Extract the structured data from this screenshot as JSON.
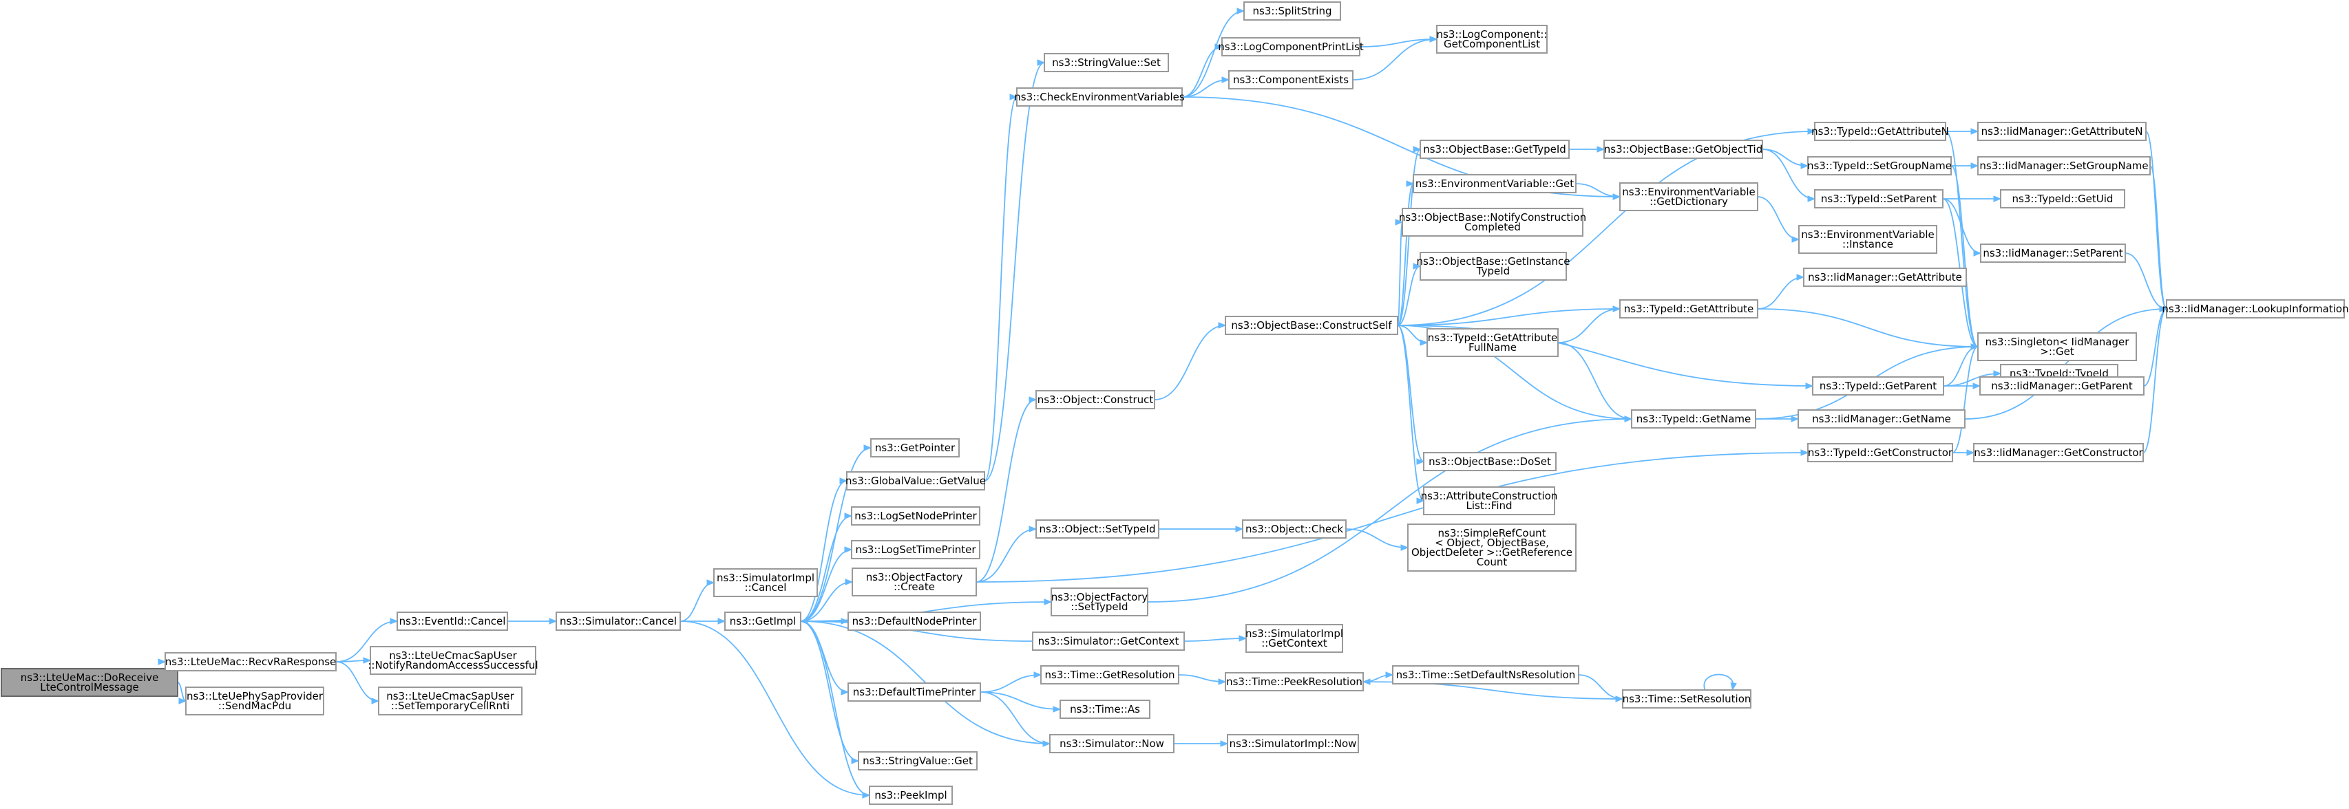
{
  "graph": {
    "nodes": [
      {
        "id": "root",
        "lines": [
          "ns3::LteUeMac::DoReceive",
          "LteControlMessage"
        ],
        "root": true
      },
      {
        "id": "recvRa",
        "lines": [
          "ns3::LteUeMac::RecvRaResponse"
        ]
      },
      {
        "id": "sendMacPdu",
        "lines": [
          "ns3::LteUePhySapProvider",
          "::SendMacPdu"
        ]
      },
      {
        "id": "eventCancel",
        "lines": [
          "ns3::EventId::Cancel"
        ]
      },
      {
        "id": "notifyRa",
        "lines": [
          "ns3::LteUeCmacSapUser",
          "::NotifyRandomAccessSuccessful"
        ]
      },
      {
        "id": "setTempRnti",
        "lines": [
          "ns3::LteUeCmacSapUser",
          "::SetTemporaryCellRnti"
        ]
      },
      {
        "id": "simImplCancel",
        "lines": [
          "ns3::SimulatorImpl",
          "::Cancel"
        ]
      },
      {
        "id": "simCancel",
        "lines": [
          "ns3::Simulator::Cancel"
        ]
      },
      {
        "id": "getImpl",
        "lines": [
          "ns3::GetImpl"
        ]
      },
      {
        "id": "getPointer",
        "lines": [
          "ns3::GetPointer"
        ]
      },
      {
        "id": "gvGetValue",
        "lines": [
          "ns3::GlobalValue::GetValue"
        ]
      },
      {
        "id": "logNode",
        "lines": [
          "ns3::LogSetNodePrinter"
        ]
      },
      {
        "id": "logTime",
        "lines": [
          "ns3::LogSetTimePrinter"
        ]
      },
      {
        "id": "objFactCreate",
        "lines": [
          "ns3::ObjectFactory",
          "::Create"
        ]
      },
      {
        "id": "defNodePrinter",
        "lines": [
          "ns3::DefaultNodePrinter"
        ]
      },
      {
        "id": "defTimePrinter",
        "lines": [
          "ns3::DefaultTimePrinter"
        ]
      },
      {
        "id": "stringGet",
        "lines": [
          "ns3::StringValue::Get"
        ]
      },
      {
        "id": "peekImpl",
        "lines": [
          "ns3::PeekImpl"
        ]
      },
      {
        "id": "stringSet",
        "lines": [
          "ns3::StringValue::Set"
        ]
      },
      {
        "id": "checkEnv",
        "lines": [
          "ns3::CheckEnvironmentVariables"
        ]
      },
      {
        "id": "objConstruct",
        "lines": [
          "ns3::Object::Construct"
        ]
      },
      {
        "id": "objSetTypeId",
        "lines": [
          "ns3::Object::SetTypeId"
        ]
      },
      {
        "id": "ofSetTypeId",
        "lines": [
          "ns3::ObjectFactory",
          "::SetTypeId"
        ]
      },
      {
        "id": "simGetContext",
        "lines": [
          "ns3::Simulator::GetContext"
        ]
      },
      {
        "id": "timeGetRes",
        "lines": [
          "ns3::Time::GetResolution"
        ]
      },
      {
        "id": "timeAs",
        "lines": [
          "ns3::Time::As"
        ]
      },
      {
        "id": "simNow",
        "lines": [
          "ns3::Simulator::Now"
        ]
      },
      {
        "id": "splitString",
        "lines": [
          "ns3::SplitString"
        ]
      },
      {
        "id": "logCompPrint",
        "lines": [
          "ns3::LogComponentPrintList"
        ]
      },
      {
        "id": "compExists",
        "lines": [
          "ns3::ComponentExists"
        ]
      },
      {
        "id": "objConstructSelf",
        "lines": [
          "ns3::ObjectBase::ConstructSelf"
        ]
      },
      {
        "id": "objCheck",
        "lines": [
          "ns3::Object::Check"
        ]
      },
      {
        "id": "simImplGetContext",
        "lines": [
          "ns3::SimulatorImpl",
          "::GetContext"
        ]
      },
      {
        "id": "timePeekRes",
        "lines": [
          "ns3::Time::PeekResolution"
        ]
      },
      {
        "id": "simImplNow",
        "lines": [
          "ns3::SimulatorImpl::Now"
        ]
      },
      {
        "id": "logCompGetList",
        "lines": [
          "ns3::LogComponent::",
          "GetComponentList"
        ]
      },
      {
        "id": "obGetTypeId",
        "lines": [
          "ns3::ObjectBase::GetTypeId"
        ]
      },
      {
        "id": "envGet",
        "lines": [
          "ns3::EnvironmentVariable::Get"
        ]
      },
      {
        "id": "obNotify",
        "lines": [
          "ns3::ObjectBase::NotifyConstruction",
          "Completed"
        ]
      },
      {
        "id": "obGetInstance",
        "lines": [
          "ns3::ObjectBase::GetInstance",
          "TypeId"
        ]
      },
      {
        "id": "tidGetAttrFull",
        "lines": [
          "ns3::TypeId::GetAttribute",
          "FullName"
        ]
      },
      {
        "id": "obDoSet",
        "lines": [
          "ns3::ObjectBase::DoSet"
        ]
      },
      {
        "id": "attrFind",
        "lines": [
          "ns3::AttributeConstruction",
          "List::Find"
        ]
      },
      {
        "id": "refCount",
        "lines": [
          "ns3::SimpleRefCount",
          "< Object, ObjectBase,",
          "ObjectDeleter >::GetReference",
          "Count"
        ]
      },
      {
        "id": "timeSetDefault",
        "lines": [
          "ns3::Time::SetDefaultNsResolution"
        ]
      },
      {
        "id": "obGetObjectTid",
        "lines": [
          "ns3::ObjectBase::GetObjectTid"
        ]
      },
      {
        "id": "envGetDict",
        "lines": [
          "ns3::EnvironmentVariable",
          "::GetDictionary"
        ]
      },
      {
        "id": "envInstance",
        "lines": [
          "ns3::EnvironmentVariable",
          "::Instance"
        ]
      },
      {
        "id": "tidGetAttr",
        "lines": [
          "ns3::TypeId::GetAttribute"
        ]
      },
      {
        "id": "tidGetName",
        "lines": [
          "ns3::TypeId::GetName"
        ]
      },
      {
        "id": "timeSetRes",
        "lines": [
          "ns3::Time::SetResolution"
        ]
      },
      {
        "id": "tidGetAttrN",
        "lines": [
          "ns3::TypeId::GetAttributeN"
        ]
      },
      {
        "id": "tidSetGroup",
        "lines": [
          "ns3::TypeId::SetGroupName"
        ]
      },
      {
        "id": "tidSetParent",
        "lines": [
          "ns3::TypeId::SetParent"
        ]
      },
      {
        "id": "tidGetParent",
        "lines": [
          "ns3::TypeId::GetParent"
        ]
      },
      {
        "id": "tidGetConstructor",
        "lines": [
          "ns3::TypeId::GetConstructor"
        ]
      },
      {
        "id": "iidGetAttr",
        "lines": [
          "ns3::IidManager::GetAttribute"
        ]
      },
      {
        "id": "iidGetName",
        "lines": [
          "ns3::IidManager::GetName"
        ]
      },
      {
        "id": "iidGetAttrN",
        "lines": [
          "ns3::IidManager::GetAttributeN"
        ]
      },
      {
        "id": "iidSetGroup",
        "lines": [
          "ns3::IidManager::SetGroupName"
        ]
      },
      {
        "id": "tidGetUid",
        "lines": [
          "ns3::TypeId::GetUid"
        ]
      },
      {
        "id": "iidSetParent",
        "lines": [
          "ns3::IidManager::SetParent"
        ]
      },
      {
        "id": "singleton",
        "lines": [
          "ns3::Singleton< IidManager",
          " >::Get"
        ]
      },
      {
        "id": "tidTypeId",
        "lines": [
          "ns3::TypeId::TypeId"
        ]
      },
      {
        "id": "iidGetParent",
        "lines": [
          "ns3::IidManager::GetParent"
        ]
      },
      {
        "id": "iidGetConstructor",
        "lines": [
          "ns3::IidManager::GetConstructor"
        ]
      },
      {
        "id": "iidLookup",
        "lines": [
          "ns3::IidManager::LookupInformation"
        ]
      }
    ],
    "edges": [
      [
        "root",
        "recvRa"
      ],
      [
        "root",
        "sendMacPdu"
      ],
      [
        "recvRa",
        "eventCancel"
      ],
      [
        "recvRa",
        "notifyRa"
      ],
      [
        "recvRa",
        "setTempRnti"
      ],
      [
        "eventCancel",
        "simCancel"
      ],
      [
        "simCancel",
        "simImplCancel"
      ],
      [
        "simCancel",
        "getImpl"
      ],
      [
        "simCancel",
        "peekImpl"
      ],
      [
        "getImpl",
        "getPointer"
      ],
      [
        "getImpl",
        "gvGetValue"
      ],
      [
        "getImpl",
        "logNode"
      ],
      [
        "getImpl",
        "logTime"
      ],
      [
        "getImpl",
        "objFactCreate"
      ],
      [
        "getImpl",
        "defNodePrinter"
      ],
      [
        "getImpl",
        "defTimePrinter"
      ],
      [
        "getImpl",
        "stringGet"
      ],
      [
        "getImpl",
        "peekImpl"
      ],
      [
        "getImpl",
        "ofSetTypeId"
      ],
      [
        "gvGetValue",
        "stringSet"
      ],
      [
        "gvGetValue",
        "checkEnv"
      ],
      [
        "objFactCreate",
        "objConstruct"
      ],
      [
        "objFactCreate",
        "objSetTypeId"
      ],
      [
        "objFactCreate",
        "tidGetConstructor"
      ],
      [
        "defTimePrinter",
        "timeGetRes"
      ],
      [
        "defTimePrinter",
        "timeAs"
      ],
      [
        "defTimePrinter",
        "simNow"
      ],
      [
        "simGetContext",
        "getImpl"
      ],
      [
        "simGetContext",
        "simImplGetContext"
      ],
      [
        "simNow",
        "getImpl"
      ],
      [
        "simNow",
        "simImplNow"
      ],
      [
        "checkEnv",
        "splitString"
      ],
      [
        "checkEnv",
        "logCompPrint"
      ],
      [
        "checkEnv",
        "compExists"
      ],
      [
        "checkEnv",
        "envGetDict"
      ],
      [
        "logCompPrint",
        "logCompGetList"
      ],
      [
        "compExists",
        "logCompGetList"
      ],
      [
        "objConstruct",
        "objConstructSelf"
      ],
      [
        "objSetTypeId",
        "objCheck"
      ],
      [
        "objCheck",
        "refCount"
      ],
      [
        "ofSetTypeId",
        "tidGetName"
      ],
      [
        "timeGetRes",
        "timePeekRes"
      ],
      [
        "timePeekRes",
        "timeSetDefault"
      ],
      [
        "timeSetDefault",
        "timeSetRes"
      ],
      [
        "timeSetRes",
        "timePeekRes"
      ],
      [
        "timeSetRes",
        "timeSetRes"
      ],
      [
        "objConstructSelf",
        "obGetTypeId"
      ],
      [
        "objConstructSelf",
        "envGet"
      ],
      [
        "objConstructSelf",
        "obNotify"
      ],
      [
        "objConstructSelf",
        "obGetInstance"
      ],
      [
        "objConstructSelf",
        "tidGetAttrFull"
      ],
      [
        "objConstructSelf",
        "obDoSet"
      ],
      [
        "objConstructSelf",
        "attrFind"
      ],
      [
        "objConstructSelf",
        "tidGetAttr"
      ],
      [
        "objConstructSelf",
        "tidGetName"
      ],
      [
        "objConstructSelf",
        "tidGetAttrN"
      ],
      [
        "objConstructSelf",
        "tidGetParent"
      ],
      [
        "obGetTypeId",
        "obGetObjectTid"
      ],
      [
        "envGet",
        "envGetDict"
      ],
      [
        "envGetDict",
        "envInstance"
      ],
      [
        "obGetObjectTid",
        "tidSetGroup"
      ],
      [
        "obGetObjectTid",
        "tidSetParent"
      ],
      [
        "tidGetAttrFull",
        "tidGetAttr"
      ],
      [
        "tidGetAttrFull",
        "tidGetName"
      ],
      [
        "tidGetAttr",
        "iidGetAttr"
      ],
      [
        "tidGetAttr",
        "singleton"
      ],
      [
        "tidGetName",
        "iidGetName"
      ],
      [
        "tidGetName",
        "singleton"
      ],
      [
        "tidGetAttrN",
        "iidGetAttrN"
      ],
      [
        "tidGetAttrN",
        "singleton"
      ],
      [
        "tidSetGroup",
        "iidSetGroup"
      ],
      [
        "tidSetGroup",
        "singleton"
      ],
      [
        "tidSetParent",
        "tidGetUid"
      ],
      [
        "tidSetParent",
        "iidSetParent"
      ],
      [
        "tidSetParent",
        "singleton"
      ],
      [
        "tidGetParent",
        "tidTypeId"
      ],
      [
        "tidGetParent",
        "iidGetParent"
      ],
      [
        "tidGetParent",
        "singleton"
      ],
      [
        "tidGetConstructor",
        "iidGetConstructor"
      ],
      [
        "tidGetConstructor",
        "singleton"
      ],
      [
        "iidGetAttrN",
        "iidLookup"
      ],
      [
        "iidSetGroup",
        "iidLookup"
      ],
      [
        "iidSetParent",
        "iidLookup"
      ],
      [
        "iidGetParent",
        "iidLookup"
      ],
      [
        "iidGetName",
        "iidLookup"
      ],
      [
        "iidGetConstructor",
        "iidLookup"
      ]
    ]
  }
}
